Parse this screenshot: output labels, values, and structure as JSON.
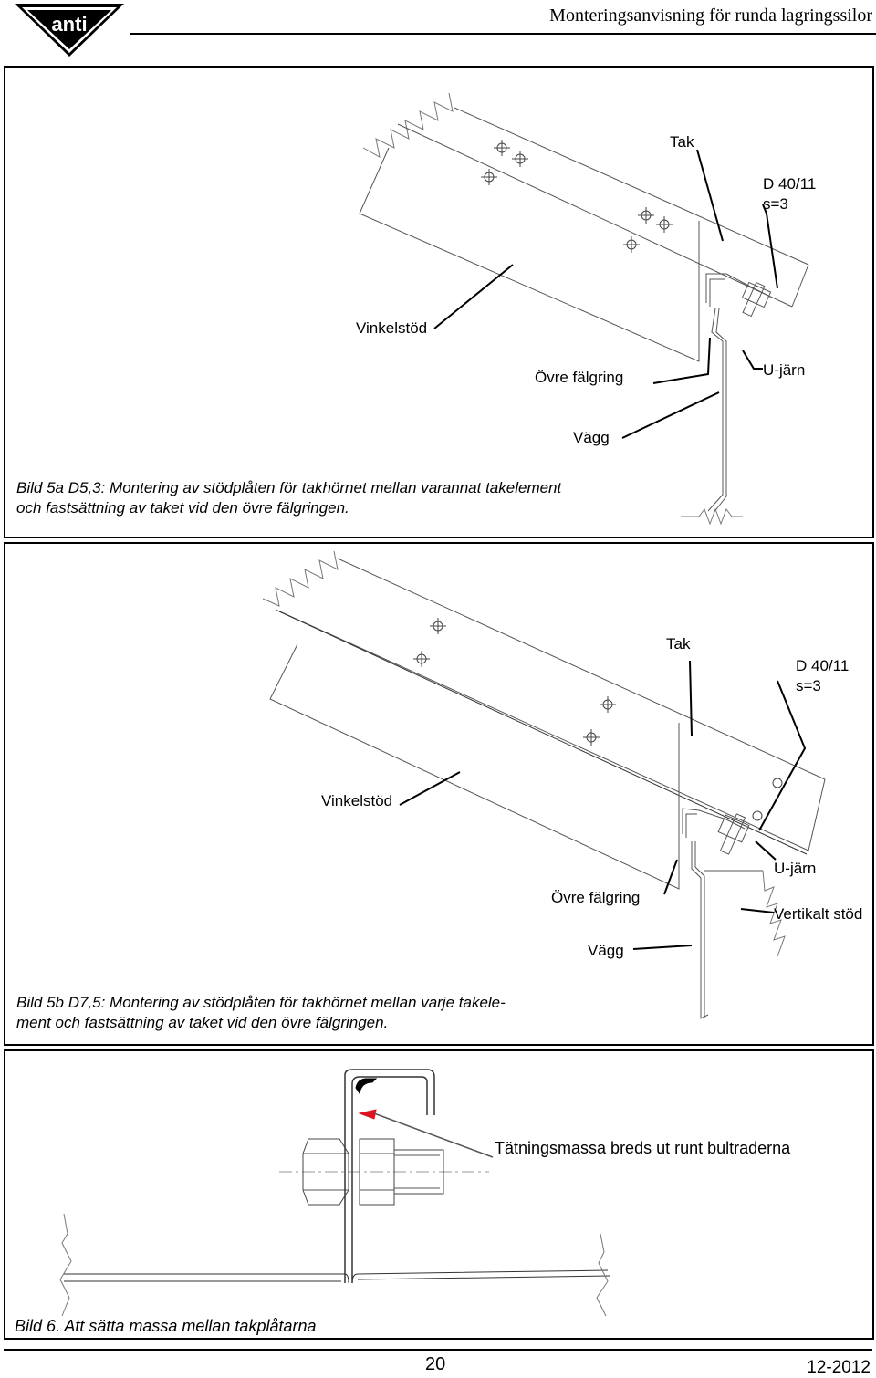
{
  "header": {
    "title": "Monteringsanvisning för runda lagringssilor",
    "logo_text": "anti"
  },
  "figure1": {
    "labels": {
      "tak": "Tak",
      "d": "D 40/11",
      "s": "s=3",
      "vinkelstod": "Vinkelstöd",
      "ovre_falgring": "Övre fälgring",
      "u_jarn": "U-järn",
      "vagg": "Vägg"
    },
    "caption_line1": "Bild 5a D5,3: Montering av stödplåten för takhörnet mellan varannat takelement",
    "caption_line2": "och fastsättning av taket vid den övre fälgringen."
  },
  "figure2": {
    "labels": {
      "tak": "Tak",
      "d": "D 40/11",
      "s": "s=3",
      "vinkelstod": "Vinkelstöd",
      "u_jarn": "U-järn",
      "ovre_falgring": "Övre fälgring",
      "vertikalt_stod": "Vertikalt stöd",
      "vagg": "Vägg"
    },
    "caption_line1": "Bild 5b D7,5: Montering av stödplåten för takhörnet mellan varje takele-",
    "caption_line2": "ment och fastsättning av taket vid den övre fälgringen."
  },
  "figure3": {
    "label": "Tätningsmassa breds ut runt bultraderna",
    "caption": "Bild 6. Att sätta massa mellan takplåtarna",
    "accent_color": "#e0141e"
  },
  "footer": {
    "page": "20",
    "date": "12-2012"
  }
}
